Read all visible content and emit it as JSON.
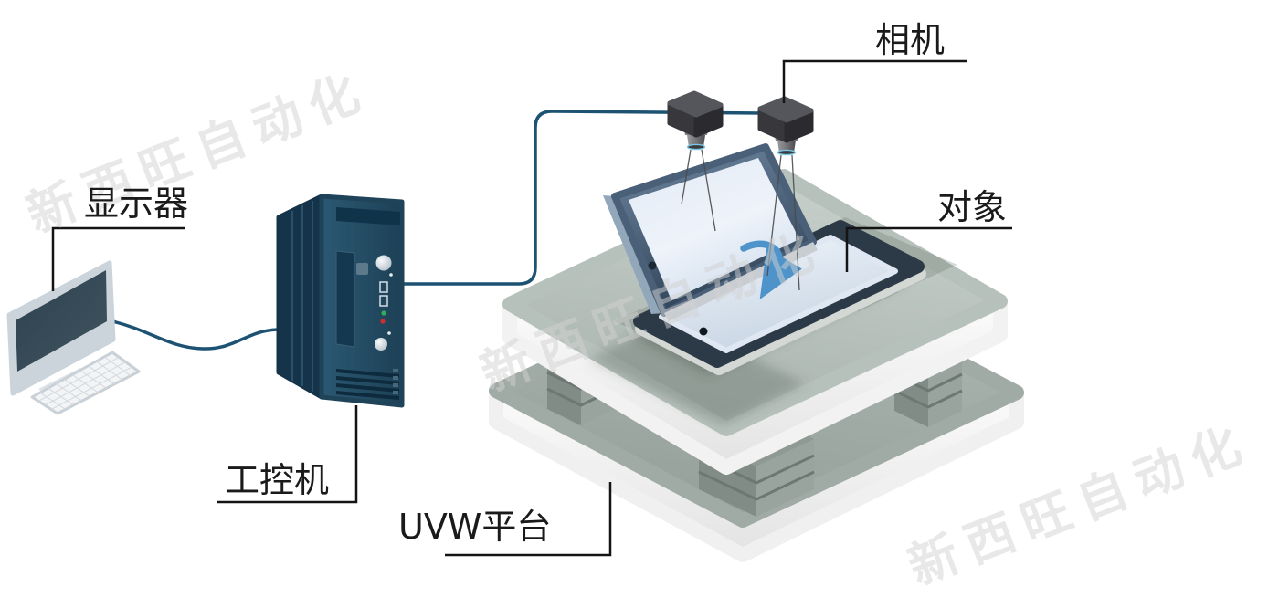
{
  "diagram": {
    "type": "machine-vision alignment system schematic",
    "labels": {
      "monitor": "显示器",
      "industrial_pc": "工控机",
      "camera": "相机",
      "object": "对象",
      "uvw_platform": "UVW平台"
    },
    "watermark_text": "新西旺自动化",
    "colors": {
      "background": "#ffffff",
      "label_line": "#141414",
      "cable": "#1d5273",
      "platform_top_upper": "#b7c1bb",
      "platform_top_lower": "#a0aba5",
      "platform_side": "#f2f2f2",
      "leg_gray": "#8a948e",
      "pc_body_dark": "#15344a",
      "pc_front": "#24506a",
      "camera_body": "#3a3a3e",
      "lens_ring_cyan": "#79c9e4",
      "rotation_arrow_blue": "#4e93c9",
      "tablet_bezel": "#2c3a47",
      "tablet_screen": "#e9eff8",
      "tilted_frame": "#5a7188",
      "monitor_screen": "#32444f",
      "led_green": "#2fae58",
      "led_red": "#cc2f2f"
    }
  }
}
